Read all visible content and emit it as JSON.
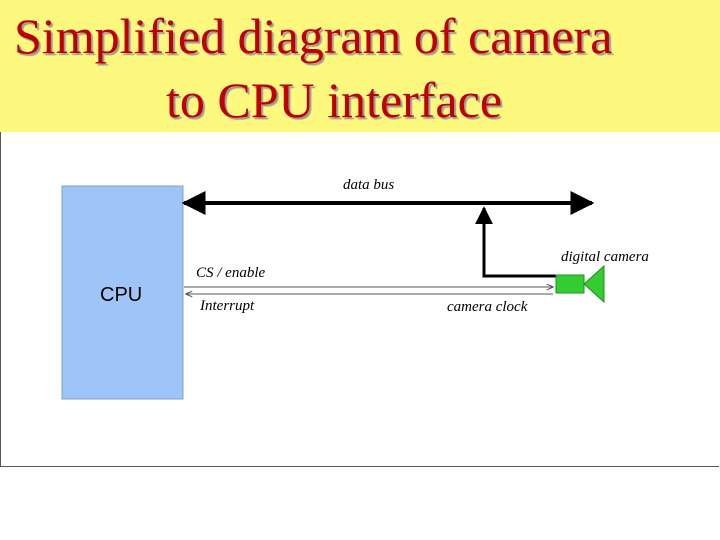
{
  "slide": {
    "title_line_1": "Simplified diagram of camera",
    "title_line_2": "to CPU interface"
  },
  "diagram": {
    "cpu_label": "CPU",
    "data_bus_label": "data bus",
    "cs_enable_label": "CS / enable",
    "interrupt_label": "Interrupt",
    "camera_clock_label": "camera clock",
    "digital_camera_label": "digital camera"
  },
  "colors": {
    "title_background": "#fdf97e",
    "title_text": "#c00000",
    "cpu_fill": "#9fc5f8",
    "camera_fill": "#33cc33"
  }
}
